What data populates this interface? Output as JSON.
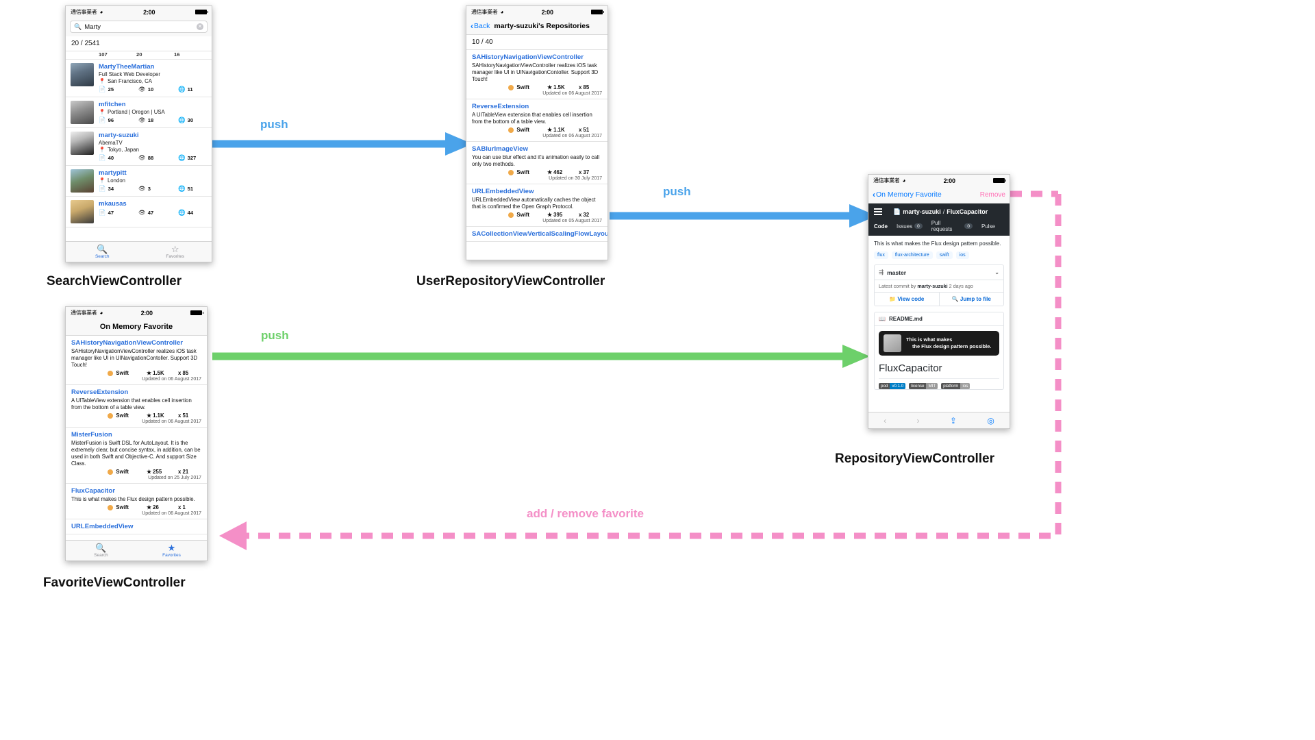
{
  "colors": {
    "push_blue": "#4aa3ea",
    "push_green": "#6dd06a",
    "favorite_pink": "#f48fc7",
    "link_blue": "#2a6fdb",
    "swift_orange": "#f0a949",
    "github_dark": "#24292e"
  },
  "diagram": {
    "labels": {
      "search_vc": "SearchViewController",
      "user_repo_vc": "UserRepositoryViewController",
      "repository_vc": "RepositoryViewController",
      "favorite_vc": "FavoriteViewController"
    },
    "arrows": {
      "push1": "push",
      "push2": "push",
      "push3": "push",
      "favorite": "add / remove favorite"
    }
  },
  "search_screen": {
    "status": {
      "carrier": "通信事業者",
      "wifi": "wifi-icon",
      "time": "2:00",
      "battery": "battery-icon"
    },
    "search": {
      "value": "Marty",
      "placeholder": "Search",
      "icon": "search-icon",
      "clear": "✕"
    },
    "count": "20 / 2541",
    "partial_row": {
      "repos": "107",
      "followers": "20",
      "gists": "16"
    },
    "users": [
      {
        "name": "MartyTheeMartian",
        "bio": "Full Stack Web Developer",
        "location": "San Francisco, CA",
        "repos": "25",
        "followers": "10",
        "gists": "11"
      },
      {
        "name": "mfitchen",
        "bio": "",
        "location": "Portland | Oregon | USA",
        "repos": "96",
        "followers": "18",
        "gists": "30"
      },
      {
        "name": "marty-suzuki",
        "bio": "AbemaTV",
        "location": "Tokyo, Japan",
        "repos": "40",
        "followers": "88",
        "gists": "327"
      },
      {
        "name": "martypitt",
        "bio": "",
        "location": "London",
        "repos": "34",
        "followers": "3",
        "gists": "51"
      },
      {
        "name": "mkausas",
        "bio": "",
        "location": "",
        "repos": "47",
        "followers": "47",
        "gists": "44"
      }
    ],
    "tabs": [
      {
        "label": "Search",
        "icon": "search-icon",
        "active": true
      },
      {
        "label": "Favorites",
        "icon": "star-outline-icon",
        "active": false
      }
    ]
  },
  "user_repository_screen": {
    "status": {
      "carrier": "通信事業者",
      "wifi": "wifi-icon",
      "time": "2:00",
      "battery": "battery-icon"
    },
    "nav": {
      "back": "Back",
      "title": "marty-suzuki's Repositories",
      "back_icon": "chevron-left-icon"
    },
    "count": "10 / 40",
    "repos": [
      {
        "name": "SAHistoryNavigationViewController",
        "desc": "SAHistoryNavigationViewController realizes iOS task manager like UI in UINavigationContoller. Support 3D Touch!",
        "language": "Swift",
        "stars": "1.5K",
        "forks": "85",
        "updated": "Updated on 06 August 2017"
      },
      {
        "name": "ReverseExtension",
        "desc": "A UITableView extension that enables cell insertion from the bottom of a table view.",
        "language": "Swift",
        "stars": "1.1K",
        "forks": "51",
        "updated": "Updated on 06 August 2017"
      },
      {
        "name": "SABlurImageView",
        "desc": "You can use blur effect and it's animation easily to call only two methods.",
        "language": "Swift",
        "stars": "462",
        "forks": "37",
        "updated": "Updated on 30 July 2017"
      },
      {
        "name": "URLEmbeddedView",
        "desc": "URLEmbeddedView automatically caches the object that is confirmed the Open Graph Protocol.",
        "language": "Swift",
        "stars": "395",
        "forks": "32",
        "updated": "Updated on 05 August 2017"
      },
      {
        "name": "SACollectionViewVerticalScalingFlowLayout",
        "desc": "",
        "language": "",
        "stars": "",
        "forks": "",
        "updated": ""
      }
    ]
  },
  "favorite_screen": {
    "status": {
      "carrier": "通信事業者",
      "wifi": "wifi-icon",
      "time": "2:00",
      "battery": "battery-icon"
    },
    "nav": {
      "title": "On Memory Favorite"
    },
    "repos": [
      {
        "name": "SAHistoryNavigationViewController",
        "desc": "SAHistoryNavigationViewController realizes iOS task manager like UI in UINavigationContoller. Support 3D Touch!",
        "language": "Swift",
        "stars": "1.5K",
        "forks": "85",
        "updated": "Updated on 06 August 2017"
      },
      {
        "name": "ReverseExtension",
        "desc": "A UITableView extension that enables cell insertion from the bottom of a table view.",
        "language": "Swift",
        "stars": "1.1K",
        "forks": "51",
        "updated": "Updated on 06 August 2017"
      },
      {
        "name": "MisterFusion",
        "desc": "MisterFusion is Swift DSL for AutoLayout. It is the extremely clear, but concise syntax, in addition, can be used in both Swift and Objective-C. And support Size Class.",
        "language": "Swift",
        "stars": "255",
        "forks": "21",
        "updated": "Updated on 25 July 2017"
      },
      {
        "name": "FluxCapacitor",
        "desc": "This is what makes the Flux design pattern possible.",
        "language": "Swift",
        "stars": "26",
        "forks": "1",
        "updated": "Updated on 06 August 2017"
      },
      {
        "name": "URLEmbeddedView",
        "desc": "",
        "language": "",
        "stars": "",
        "forks": "",
        "updated": ""
      }
    ],
    "tabs": [
      {
        "label": "Search",
        "icon": "search-icon",
        "active": false
      },
      {
        "label": "Favorites",
        "icon": "star-filled-icon",
        "active": true
      }
    ]
  },
  "repository_screen": {
    "status": {
      "carrier": "通信事業者",
      "wifi": "wifi-icon",
      "time": "2:00",
      "battery": "battery-icon"
    },
    "nav": {
      "back": "On Memory Favorite",
      "right": "Remove",
      "back_icon": "chevron-left-icon"
    },
    "github": {
      "owner": "marty-suzuki",
      "slash": "/",
      "repo": "FluxCapacitor",
      "menu_icon": "hamburger-icon",
      "repo_icon": "repo-icon",
      "tabs": [
        {
          "label": "Code",
          "badge": ""
        },
        {
          "label": "Issues",
          "badge": "0"
        },
        {
          "label": "Pull requests",
          "badge": "0"
        },
        {
          "label": "Pulse",
          "badge": ""
        }
      ],
      "about": "This is what makes the Flux design pattern possible.",
      "topics": [
        "flux",
        "flux-architecture",
        "swift",
        "ios"
      ],
      "branch": "master",
      "branch_icon": "branch-icon",
      "commit_prefix": "Latest commit by",
      "commit_author": "marty-suzuki",
      "commit_time": "2 days ago",
      "actions": [
        {
          "label": "View code",
          "icon": "folder-icon"
        },
        {
          "label": "Jump to file",
          "icon": "search-icon"
        }
      ],
      "readme_file": "README.md",
      "readme_icon": "book-icon",
      "banner_line1": "This is what makes",
      "banner_line2": "the Flux design pattern possible.",
      "heading": "FluxCapacitor",
      "shields": [
        {
          "key": "pod",
          "value": "v0.1.0"
        },
        {
          "key": "license",
          "value": "MIT"
        },
        {
          "key": "platform",
          "value": "ios"
        }
      ]
    },
    "browser_bar": {
      "back": "chevron-left-icon",
      "forward": "chevron-right-icon",
      "share": "share-icon",
      "safari": "safari-icon"
    }
  }
}
